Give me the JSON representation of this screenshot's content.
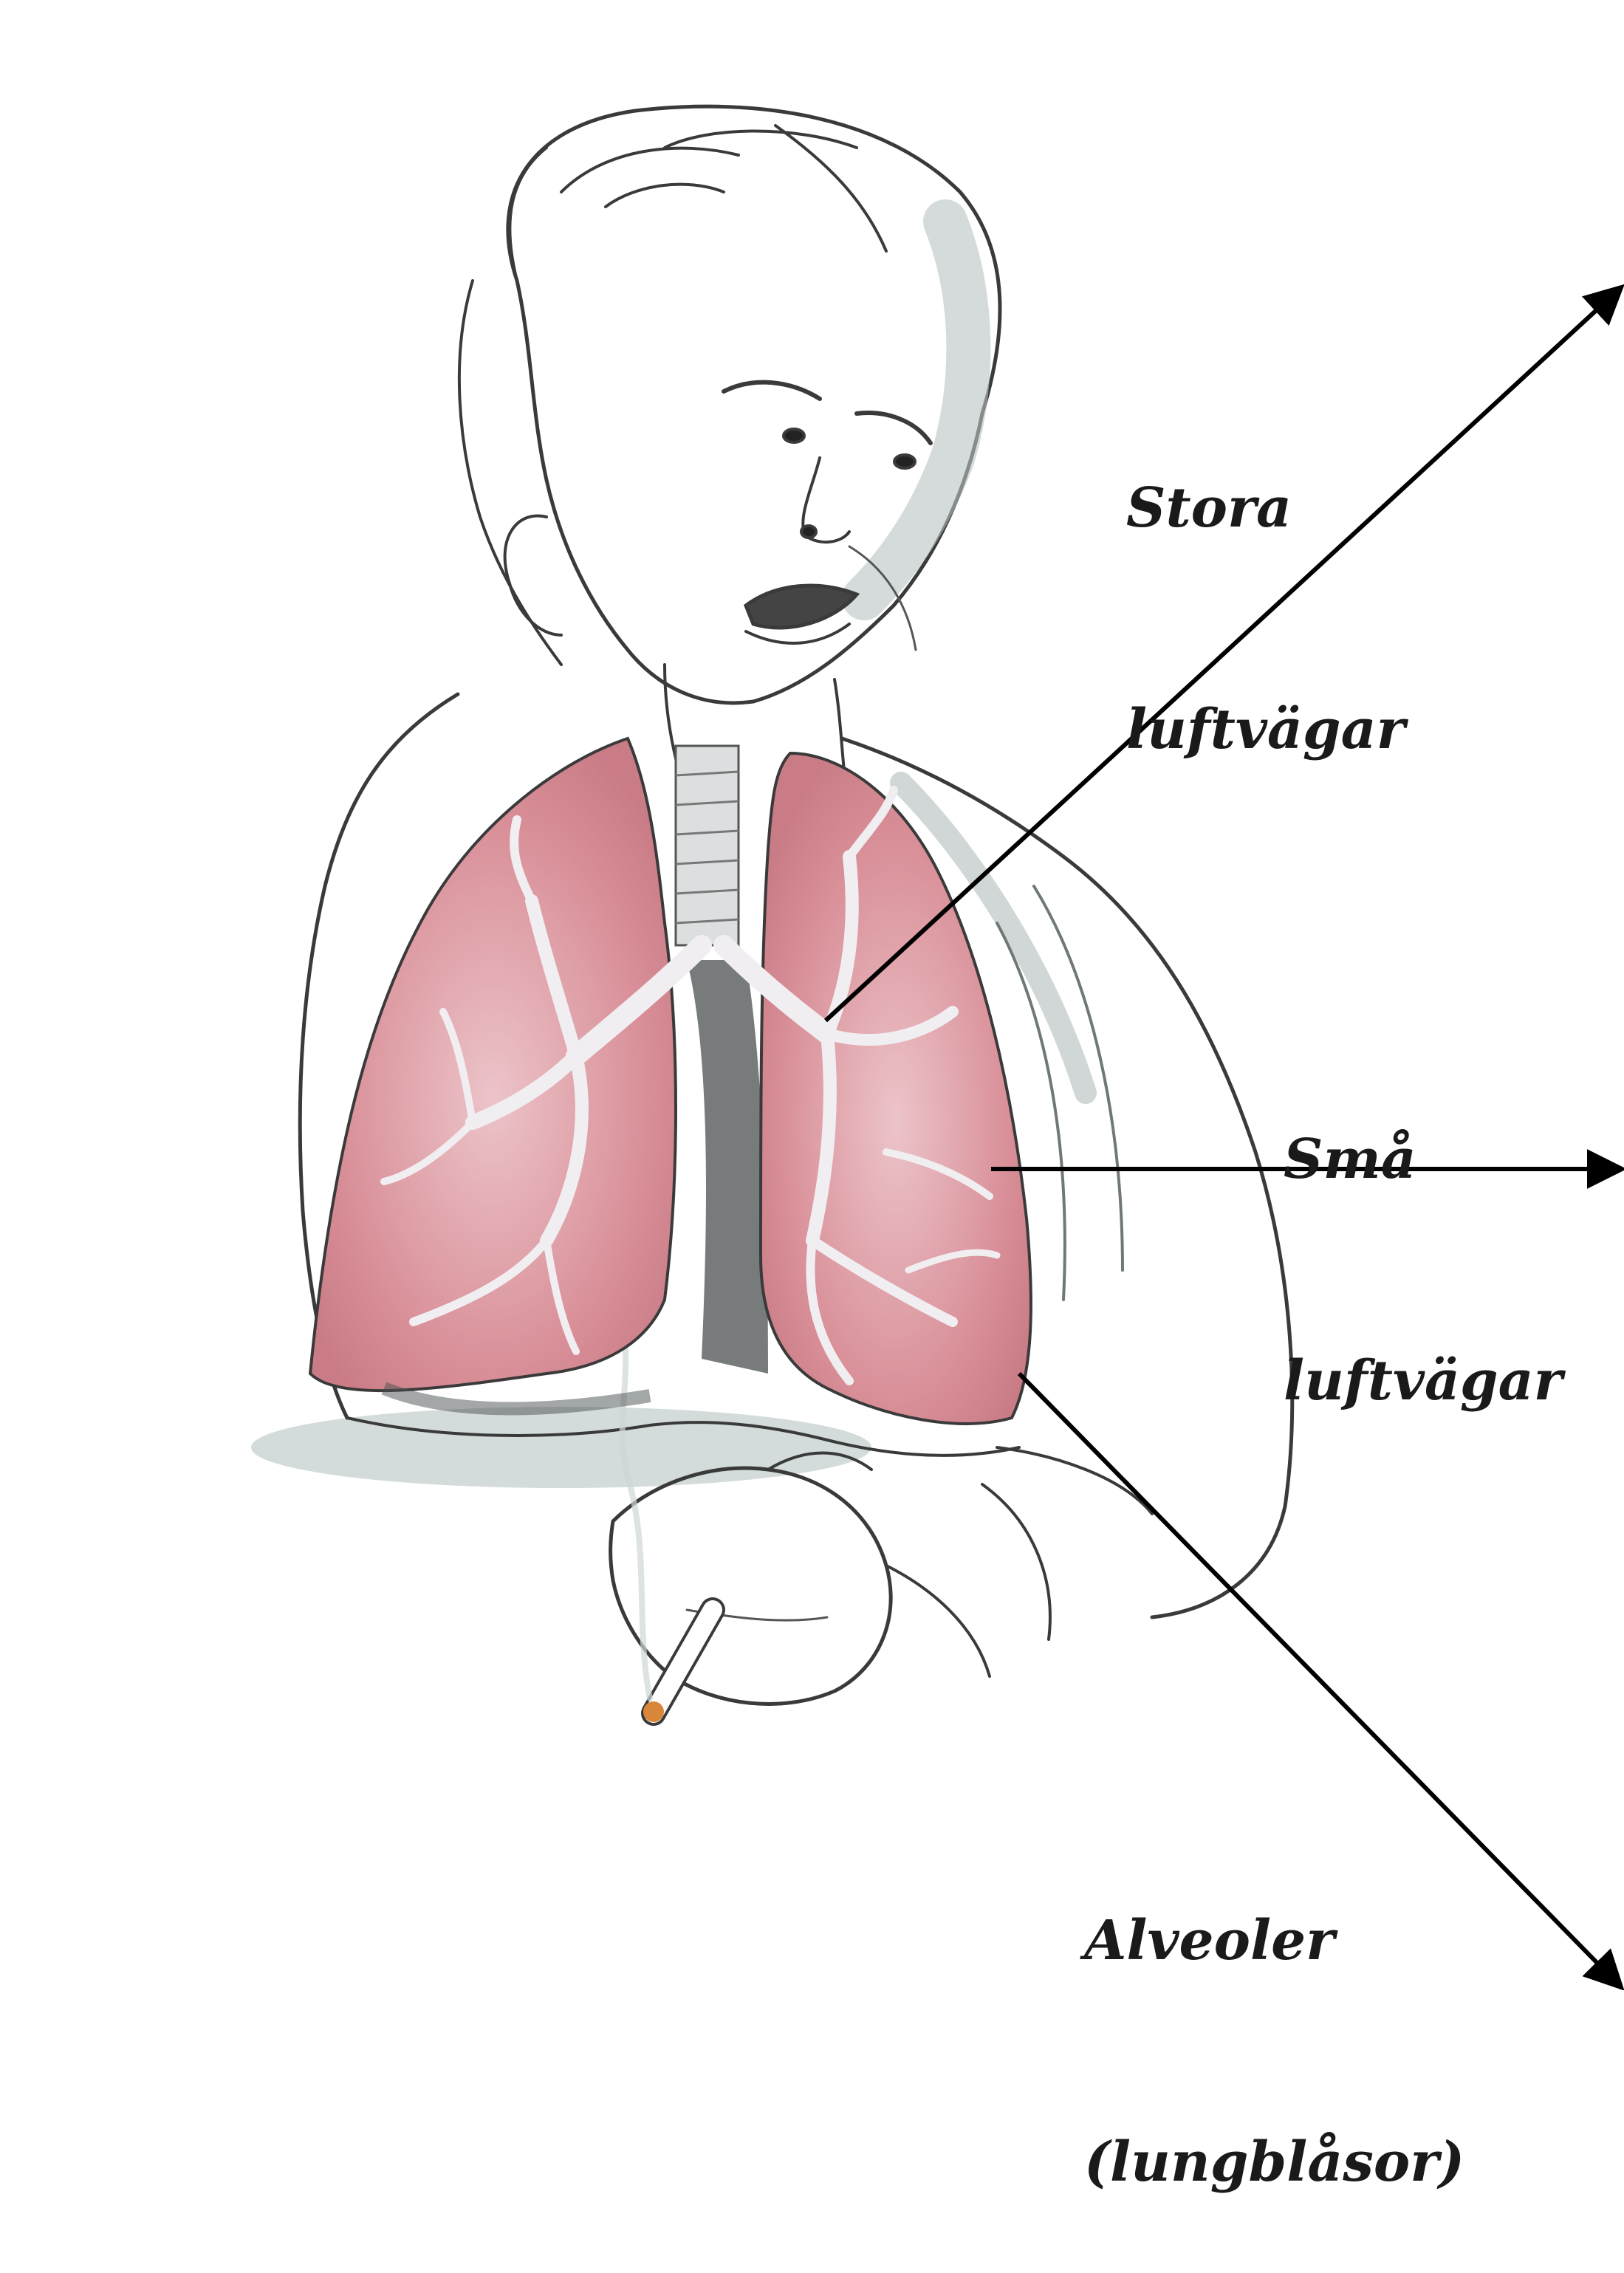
{
  "labels": {
    "large_airways": {
      "line1": "Stora",
      "line2": "luftvägar"
    },
    "small_airways": {
      "line1": "Små",
      "line2": "luftvägar"
    },
    "alveoli": {
      "line1": "Alveoler",
      "line2": "(lungblåsor)"
    }
  },
  "colors": {
    "lung_fill": "#d88d96",
    "lung_fill_light": "#e7b3b9",
    "bronchi": "#f1eef2",
    "shadow": "#b9c2c2",
    "sketch_line": "#3a3a3a",
    "arrow": "#000000",
    "cigarette_tip": "#d9863a"
  },
  "icons": [
    "smoker-illustration",
    "lungs-diagram",
    "arrow-icon"
  ]
}
